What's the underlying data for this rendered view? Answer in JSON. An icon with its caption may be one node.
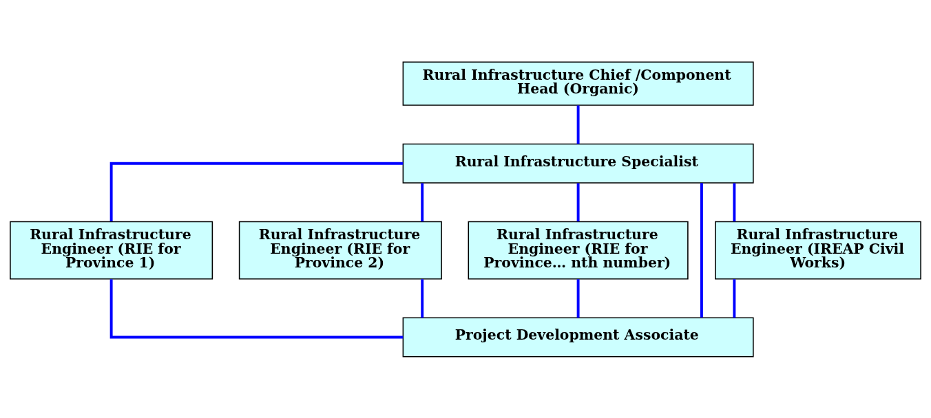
{
  "diagram": {
    "nodes": [
      {
        "text": [
          "Rural Infrastructure Chief /Component Head (Organic)"
        ]
      },
      {
        "text": [
          "Rural Infrastructure Specialist"
        ]
      },
      {
        "text": [
          "Rural Infrastructure Engineer (RIE for Province 1)"
        ]
      },
      {
        "text": [
          "Rural Infrastructure Engineer (RIE for Province 2)"
        ]
      },
      {
        "text": [
          "Rural Infrastructure Engineer (RIE for Province… nth number)"
        ]
      },
      {
        "text": [
          "Rural Infrastructure Engineer (IREAP Civil Works)"
        ]
      },
      {
        "text": [
          "Project Development Associate"
        ]
      }
    ],
    "edges": [
      {
        "from": 0,
        "to": 1,
        "arrow": "none"
      },
      {
        "from": 1,
        "to": 2,
        "arrow": "none"
      },
      {
        "from": 1,
        "to": 3,
        "arrow": "none"
      },
      {
        "from": 1,
        "to": 4,
        "arrow": "none"
      },
      {
        "from": 1,
        "to": 5,
        "arrow": "none"
      },
      {
        "from": 1,
        "to": 6,
        "arrow": "none"
      },
      {
        "from": 2,
        "to": 6,
        "arrow": "none"
      },
      {
        "from": 3,
        "to": 6,
        "arrow": "none"
      },
      {
        "from": 4,
        "to": 6,
        "arrow": "none"
      },
      {
        "from": 5,
        "to": 6,
        "arrow": "none"
      }
    ]
  }
}
